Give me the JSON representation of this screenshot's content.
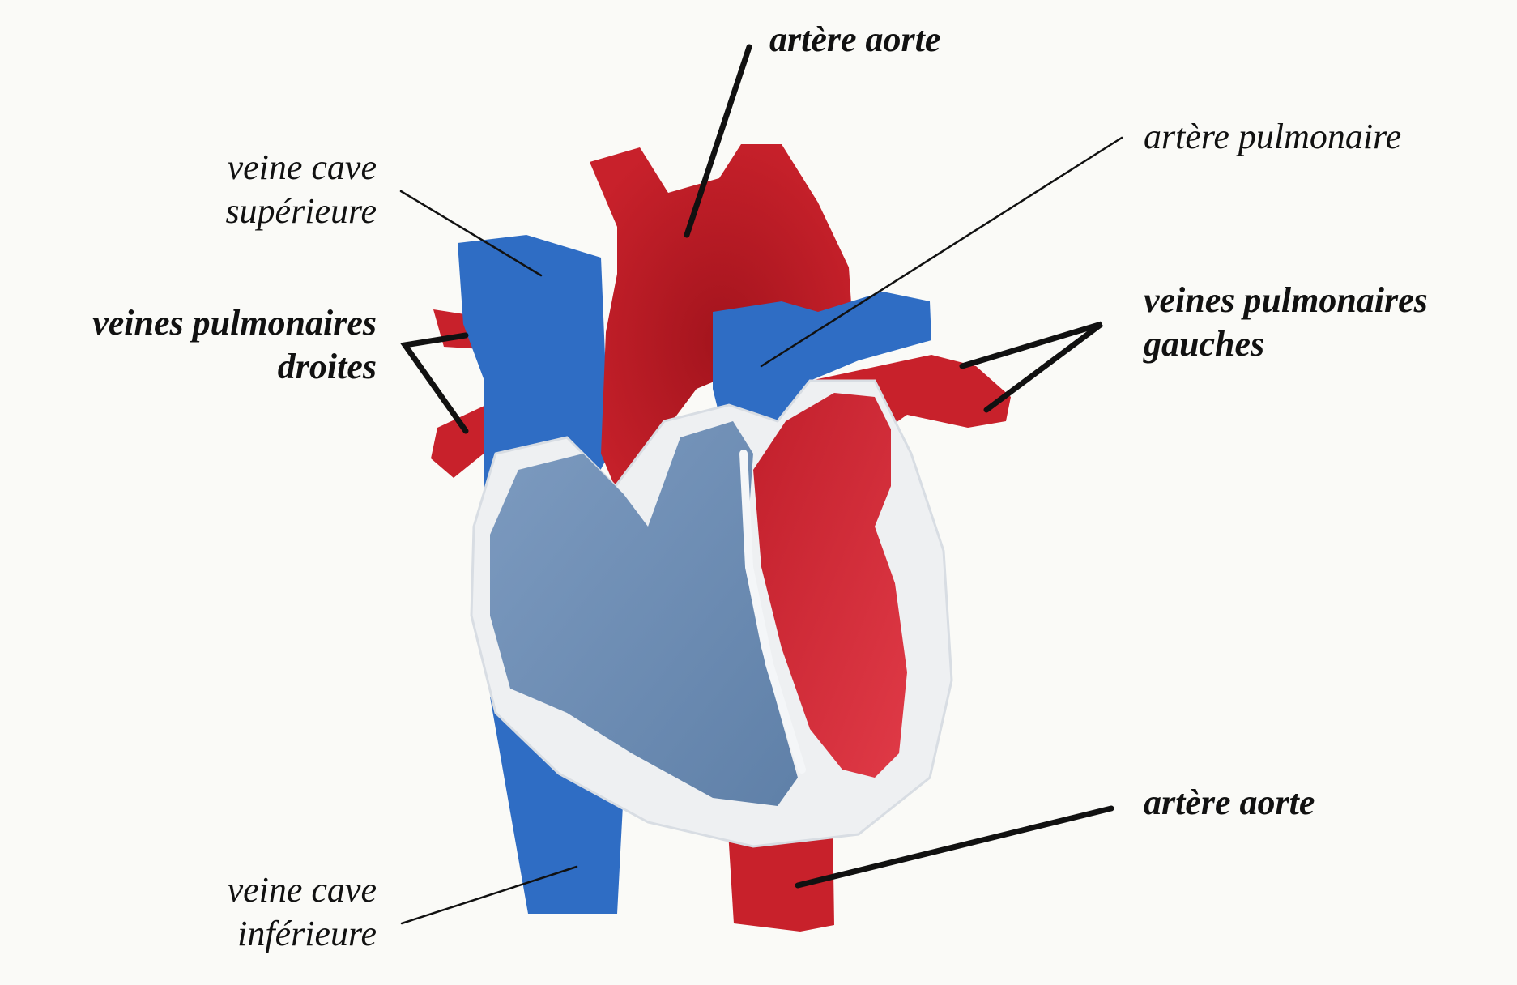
{
  "labels": {
    "aorta_top": "artère aorte",
    "pulmonary_artery": "artère pulmonaire",
    "superior_vena_cava": [
      "veine cave",
      "supérieure"
    ],
    "right_pulmonary_veins": [
      "veines pulmonaires",
      "droites"
    ],
    "left_pulmonary_veins": [
      "veines pulmonaires",
      "gauches"
    ],
    "aorta_bottom": "artère aorte",
    "inferior_vena_cava": [
      "veine cave",
      "inférieure"
    ]
  },
  "colors": {
    "background": "#fafaf7",
    "oxygenated": "#c8212b",
    "oxygenated_dark": "#a81a22",
    "deoxygenated": "#2f6dc4",
    "deoxygenated_chamber": "#6f8fb6",
    "oxygenated_chamber": "#d23440",
    "wall": "#eef0f2",
    "leader_line": "#111111"
  }
}
